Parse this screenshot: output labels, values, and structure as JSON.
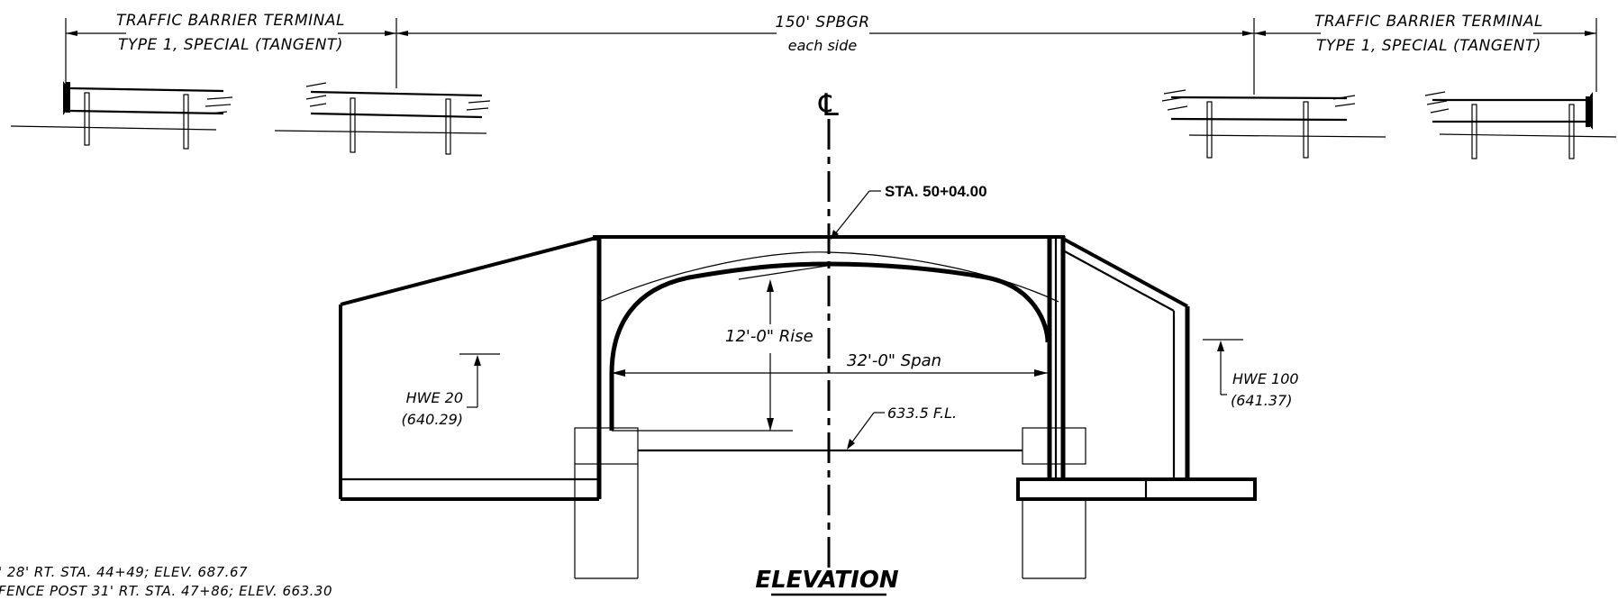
{
  "dimensions": {
    "terminal_left_line1": "TRAFFIC BARRIER TERMINAL",
    "terminal_left_line2": "TYPE 1, SPECIAL (TANGENT)",
    "center_line1": "150' SPBGR",
    "center_line2": "each side",
    "terminal_right_line1": "TRAFFIC BARRIER TERMINAL",
    "terminal_right_line2": "TYPE 1, SPECIAL (TANGENT)"
  },
  "centerline_symbol": "℄",
  "station": "STA. 50+04.00",
  "rise": "12'-0\" Rise",
  "span": "32'-0\" Span",
  "flowline": "633.5 F.L.",
  "hwe_left": {
    "label": "HWE 20",
    "elevation": "(640.29)"
  },
  "hwe_right": {
    "label": "HWE 100",
    "elevation": "(641.37)"
  },
  "notes": [
    "' 28' RT. STA. 44+49; ELEV. 687.67",
    "FENCE POST 31' RT. STA. 47+86; ELEV. 663.30"
  ],
  "title": "ELEVATION"
}
